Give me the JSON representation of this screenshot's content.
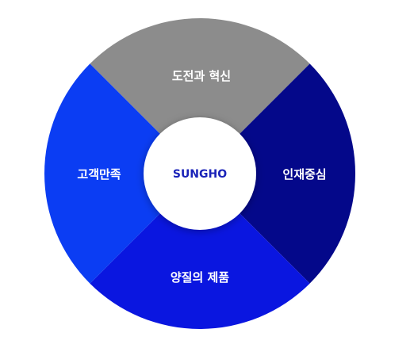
{
  "diagram": {
    "center": {
      "label": "SUNGHO",
      "color": "#1a23b8"
    },
    "segments": {
      "top": {
        "label": "도전과 혁신",
        "color": "#8c8c8c"
      },
      "right": {
        "label": "인재중심",
        "color": "#04088a"
      },
      "bottom": {
        "label": "양질의 제품",
        "color": "#0a16e0"
      },
      "left": {
        "label": "고객만족",
        "color": "#0b3df3"
      }
    }
  }
}
